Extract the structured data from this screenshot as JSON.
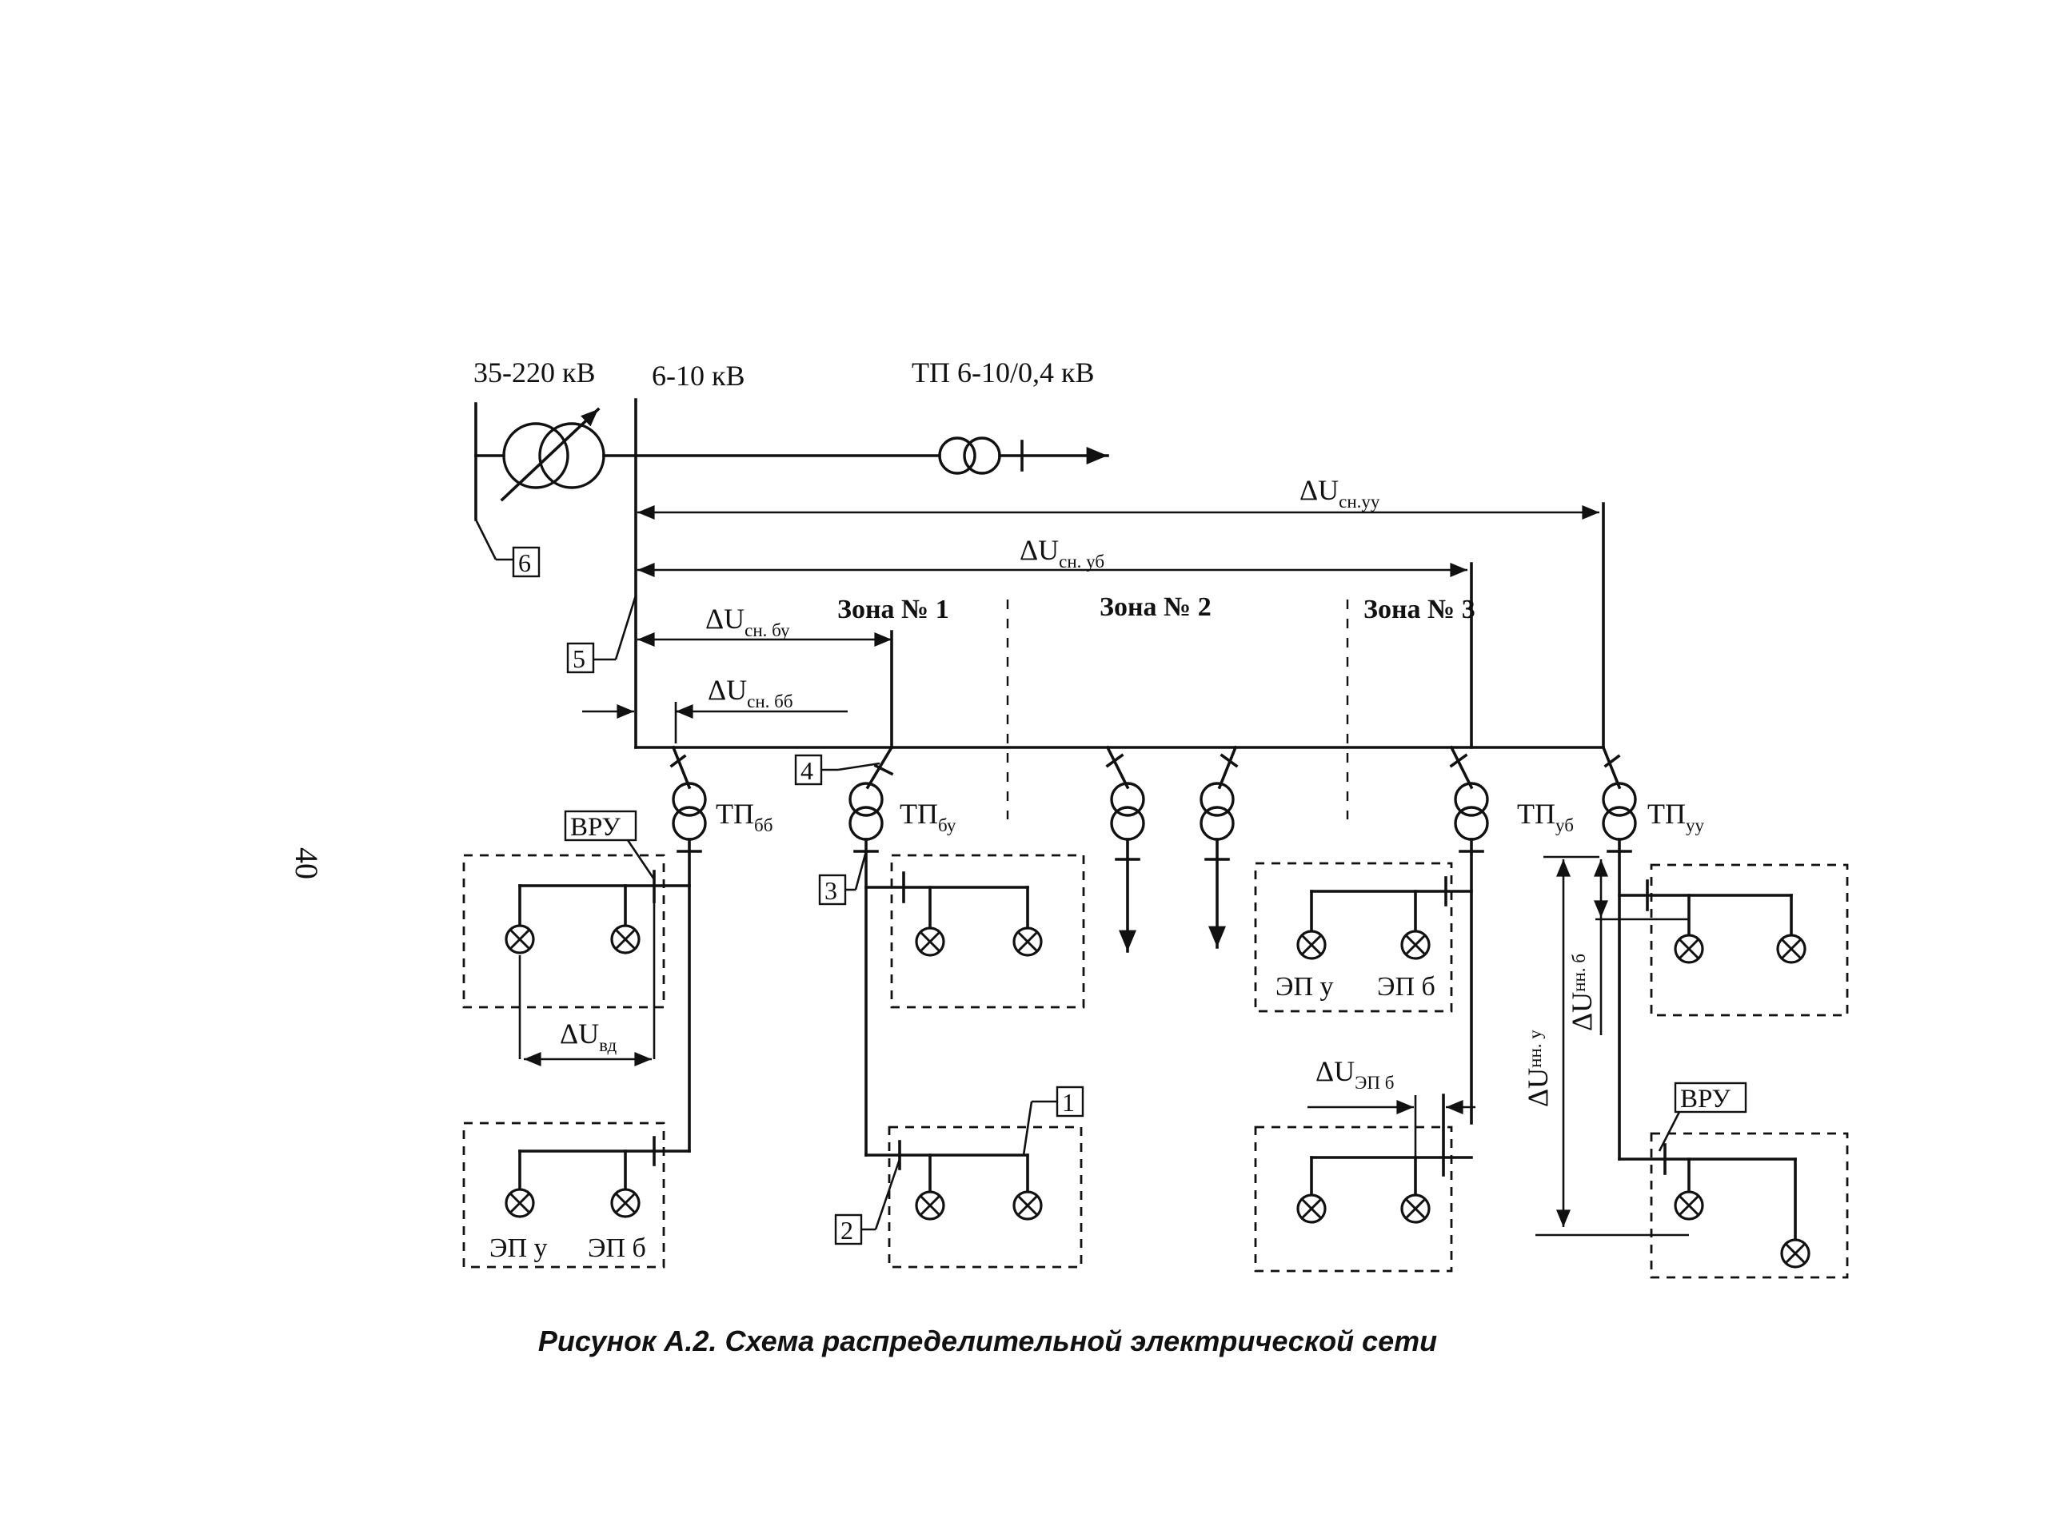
{
  "page_number": "40",
  "caption": "Рисунок А.2. Схема распределительной электрической сети",
  "voltage_labels": {
    "high": "35-220 кВ",
    "medium": "6-10 кВ",
    "tp": "ТП 6-10/0,4 кВ"
  },
  "zones": [
    "Зона № 1",
    "Зона № 2",
    "Зона № 3"
  ],
  "deltas": {
    "sn_uu": {
      "main": "ΔU",
      "sub": "сн.уу"
    },
    "sn_ub": {
      "main": "ΔU",
      "sub": "сн. уб"
    },
    "sn_bu": {
      "main": "ΔU",
      "sub": "сн. бу"
    },
    "sn_bb": {
      "main": "ΔU",
      "sub": "сн. бб"
    },
    "vd": {
      "main": "ΔU",
      "sub": "вд"
    },
    "ep_b": {
      "main": "ΔU",
      "sub": "ЭП б"
    },
    "nn_u": {
      "main": "ΔU",
      "sub": "нн. у"
    },
    "nn_b": {
      "main": "ΔU",
      "sub": "нн. б"
    }
  },
  "tp_labels": {
    "bb": {
      "main": "ТП",
      "sub": "бб"
    },
    "bu": {
      "main": "ТП",
      "sub": "бу"
    },
    "ub": {
      "main": "ТП",
      "sub": "уб"
    },
    "uu": {
      "main": "ТП",
      "sub": "уу"
    }
  },
  "vru": "ВРУ",
  "ep_labels": {
    "ep_u": "ЭП у",
    "ep_b": "ЭП б"
  },
  "callouts": [
    "1",
    "2",
    "3",
    "4",
    "5",
    "6"
  ]
}
